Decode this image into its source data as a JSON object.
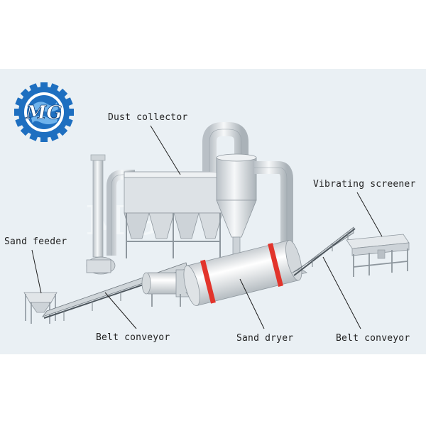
{
  "logo": {
    "text": "MG",
    "watermark": "MG"
  },
  "labels": {
    "dust_collector": "Dust collector",
    "vibrating_screener": "Vibrating screener",
    "sand_feeder": "Sand feeder",
    "belt_conveyor_left": "Belt conveyor",
    "sand_dryer": "Sand dryer",
    "belt_conveyor_right": "Belt conveyor"
  },
  "colors": {
    "background_band": "#eaf0f4",
    "metal": "#dfe3e6",
    "metal_dark": "#a9b1b7",
    "dryer_ring": "#e2342b",
    "logo_blue": "#1e6fc0"
  }
}
